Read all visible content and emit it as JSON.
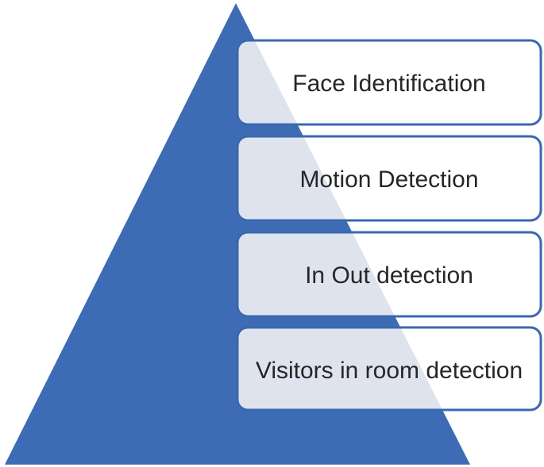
{
  "diagram": {
    "type": "pyramid-list",
    "description": "Blue pyramid with four translucent rounded label boxes layered over its right side",
    "levels": [
      {
        "rank": 1,
        "label": "Face Identification"
      },
      {
        "rank": 2,
        "label": "Motion Detection"
      },
      {
        "rank": 3,
        "label": "In Out detection"
      },
      {
        "rank": 4,
        "label": "Visitors in room detection"
      }
    ],
    "colors": {
      "pyramid_fill": "#3D6CB4",
      "box_border": "#3968B0",
      "box_fill": "#FFFFFF",
      "pyramid_through_box": "#DFE3EE",
      "label_text": "#262626",
      "background": "#FFFFFF"
    }
  }
}
